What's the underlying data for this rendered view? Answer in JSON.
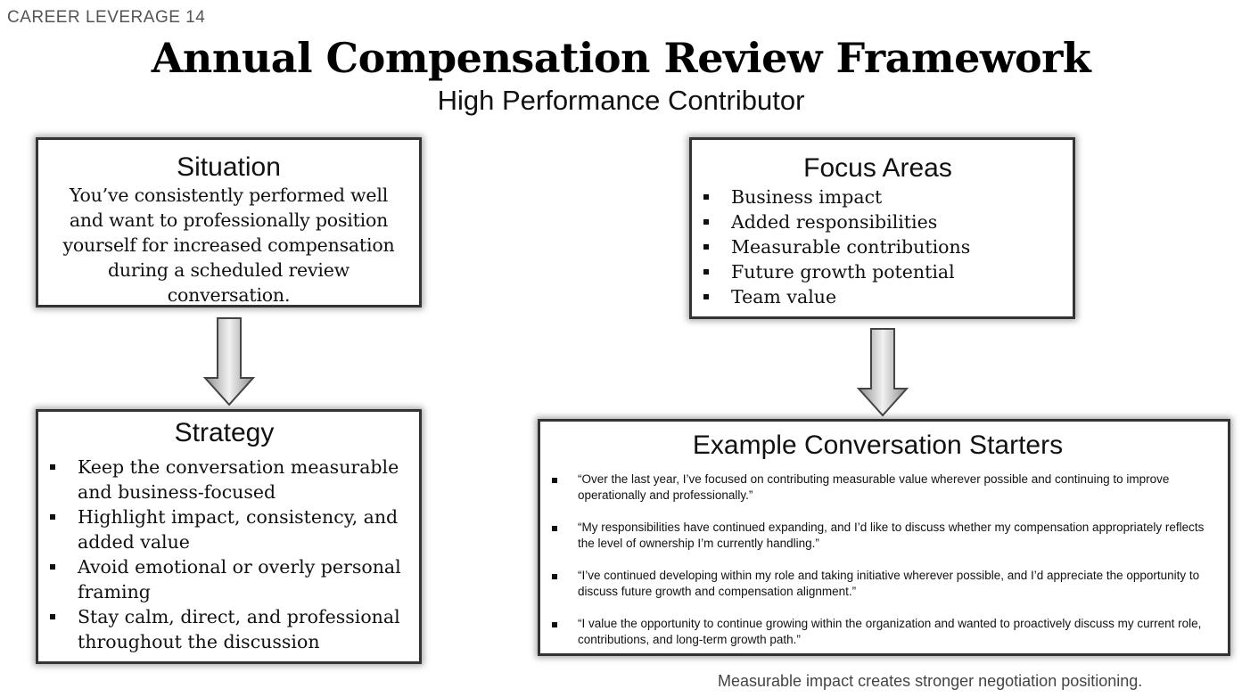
{
  "brand": "CAREER LEVERAGE 14",
  "title": "Annual Compensation Review Framework",
  "subtitle": "High Performance Contributor",
  "situation": {
    "heading": "Situation",
    "text": "You’ve consistently performed well and want to professionally position yourself for increased compensation during a scheduled review conversation."
  },
  "focus": {
    "heading": "Focus Areas",
    "items": [
      "Business impact",
      "Added responsibilities",
      "Measurable contributions",
      "Future growth potential",
      "Team value"
    ]
  },
  "strategy": {
    "heading": "Strategy",
    "items": [
      "Keep the conversation measurable and business-focused",
      "Highlight impact, consistency, and added value",
      "Avoid emotional or overly personal framing",
      "Stay calm, direct, and professional throughout the discussion"
    ]
  },
  "examples": {
    "heading": "Example Conversation Starters",
    "items": [
      "“Over the last year, I’ve focused on contributing measurable value wherever possible and continuing to improve operationally and professionally.”",
      "“My responsibilities have continued expanding, and I’d like to discuss whether my compensation appropriately reflects the level of ownership I’m currently handling.”",
      "“I’ve continued developing within my role and taking initiative wherever possible, and I’d appreciate the opportunity to discuss future growth and compensation alignment.”",
      "“I value the opportunity to continue growing within the organization and wanted to proactively discuss my current role, contributions, and long-term growth path.”"
    ]
  },
  "footer": "Measurable impact creates stronger negotiation positioning."
}
